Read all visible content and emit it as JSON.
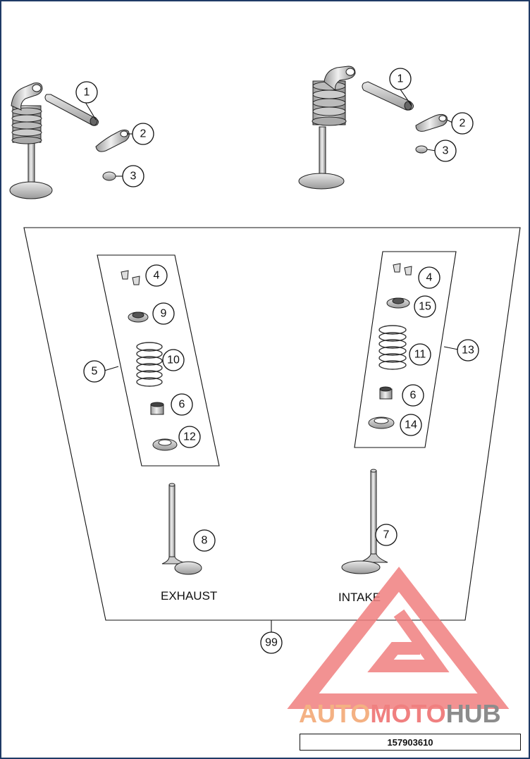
{
  "callouts": {
    "exhaust_top": {
      "c1": "1",
      "c2": "2",
      "c3": "3"
    },
    "intake_top": {
      "c1": "1",
      "c2": "2",
      "c3": "3"
    },
    "exhaust_kit": {
      "c4": "4",
      "c9": "9",
      "c10": "10",
      "c5": "5",
      "c6": "6",
      "c12": "12"
    },
    "intake_kit": {
      "c4": "4",
      "c15": "15",
      "c11": "11",
      "c13": "13",
      "c6": "6",
      "c14": "14"
    },
    "valves": {
      "c8": "8",
      "c7": "7"
    },
    "assembly": {
      "c99": "99"
    }
  },
  "labels": {
    "exhaust": "EXHAUST",
    "intake": "INTAKE"
  },
  "watermark": {
    "part1": "AUTO",
    "part2": "MOTO",
    "part3": "HUB",
    "color_orange": "#f4b183",
    "color_red": "#f08080",
    "color_gray": "#8c8c8c"
  },
  "part_number": "157903610",
  "colors": {
    "border": "#1f3a66",
    "metal_light": "#d9d9d9",
    "metal_dark": "#8f8f8f"
  }
}
